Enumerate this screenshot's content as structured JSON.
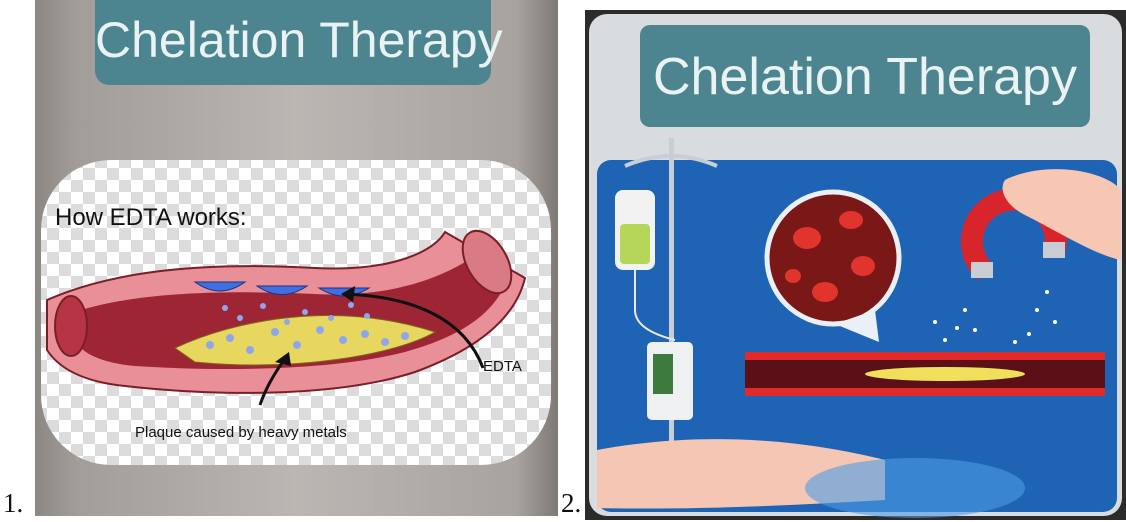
{
  "items": [
    {
      "number": "1.",
      "title": "Chelation Therapy",
      "heading": "How EDTA works:",
      "edta_label": "EDTA",
      "plaque_label": "Plaque caused by heavy metals"
    },
    {
      "number": "2.",
      "title": "Chelation Therapy"
    }
  ],
  "colors": {
    "title_bg": "#4c8590",
    "panel2_bg": "#1f63b5",
    "vessel": "#c95a67",
    "edta_blue": "#3f6fe0",
    "plaque": "#e8d75e",
    "magnet": "#d8252c"
  }
}
